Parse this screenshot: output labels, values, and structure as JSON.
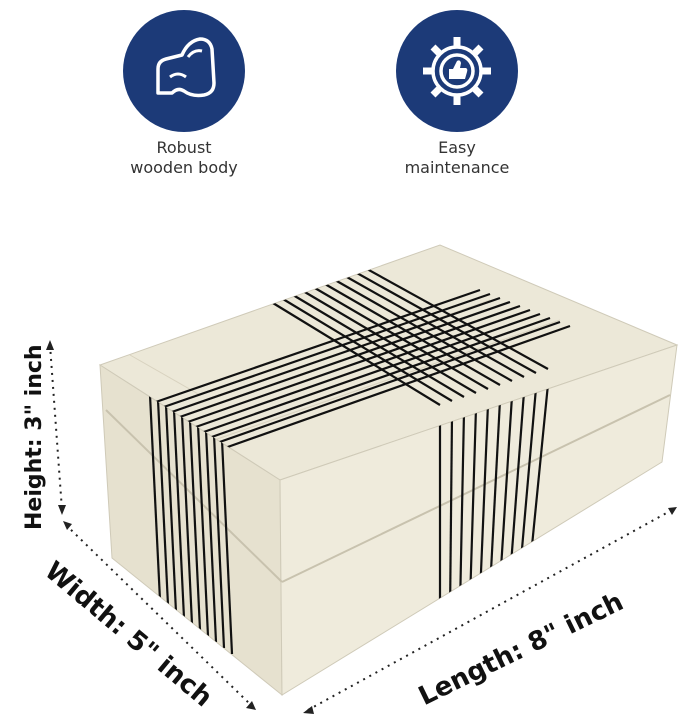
{
  "features": [
    {
      "icon": "flexed-arm-icon",
      "caption_line1": "Robust",
      "caption_line2": "wooden body"
    },
    {
      "icon": "gear-thumbs-up-icon",
      "caption_line1": "Easy",
      "caption_line2": "maintenance"
    }
  ],
  "dimensions": {
    "height": "Height: 3\" inch",
    "width": "Width: 5\" inch",
    "length": "Length: 8\" inch"
  },
  "colors": {
    "badge": "#1c3a78",
    "box": "#ece8d9",
    "stripes": "#111111"
  }
}
